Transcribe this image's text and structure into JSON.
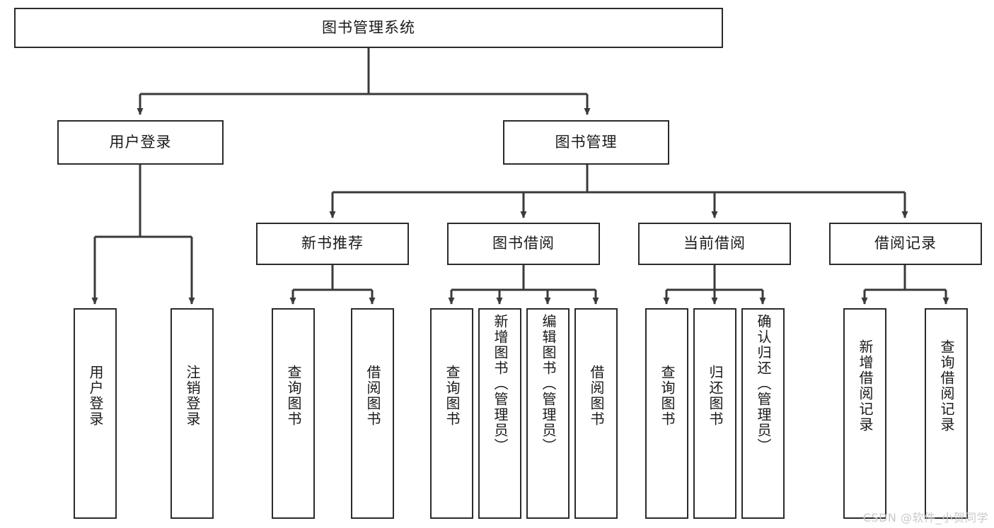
{
  "diagram": {
    "title": "图书管理系统",
    "type": "tree",
    "watermark": "CSDN @软件_小贺同学",
    "colors": {
      "box_border": "#2b2b2b",
      "box_fill": "#ffffff",
      "edge": "#3a3a3a",
      "text": "#1a1a1a",
      "watermark": "#c9c9c9",
      "background": "#ffffff"
    }
  },
  "nodes": {
    "root": {
      "label": "图书管理系统"
    },
    "level2": [
      {
        "id": "user-login",
        "label": "用户登录"
      },
      {
        "id": "book-manage",
        "label": "图书管理"
      }
    ],
    "level3": [
      {
        "id": "new-book-recommend",
        "label": "新书推荐"
      },
      {
        "id": "book-borrow",
        "label": "图书借阅"
      },
      {
        "id": "current-borrow",
        "label": "当前借阅"
      },
      {
        "id": "borrow-record",
        "label": "借阅记录"
      }
    ],
    "leaves": {
      "user_login": [
        {
          "id": "leaf-user-login",
          "label": "用户登录"
        },
        {
          "id": "leaf-logout-login",
          "label": "注销登录"
        }
      ],
      "new_book_recommend": [
        {
          "id": "leaf-query-book-1",
          "label": "查询图书"
        },
        {
          "id": "leaf-borrow-book-1",
          "label": "借阅图书"
        }
      ],
      "book_borrow": [
        {
          "id": "leaf-query-book-2",
          "label": "查询图书"
        },
        {
          "id": "leaf-add-book",
          "label": "新增图书（管理员）"
        },
        {
          "id": "leaf-edit-book",
          "label": "编辑图书（管理员）"
        },
        {
          "id": "leaf-borrow-book-2",
          "label": "借阅图书"
        }
      ],
      "current_borrow": [
        {
          "id": "leaf-query-book-3",
          "label": "查询图书"
        },
        {
          "id": "leaf-return-book",
          "label": "归还图书"
        },
        {
          "id": "leaf-confirm-return",
          "label": "确认归还（管理员）"
        }
      ],
      "borrow_record": [
        {
          "id": "leaf-add-record",
          "label": "新增借阅记录"
        },
        {
          "id": "leaf-query-record",
          "label": "查询借阅记录"
        }
      ]
    }
  }
}
